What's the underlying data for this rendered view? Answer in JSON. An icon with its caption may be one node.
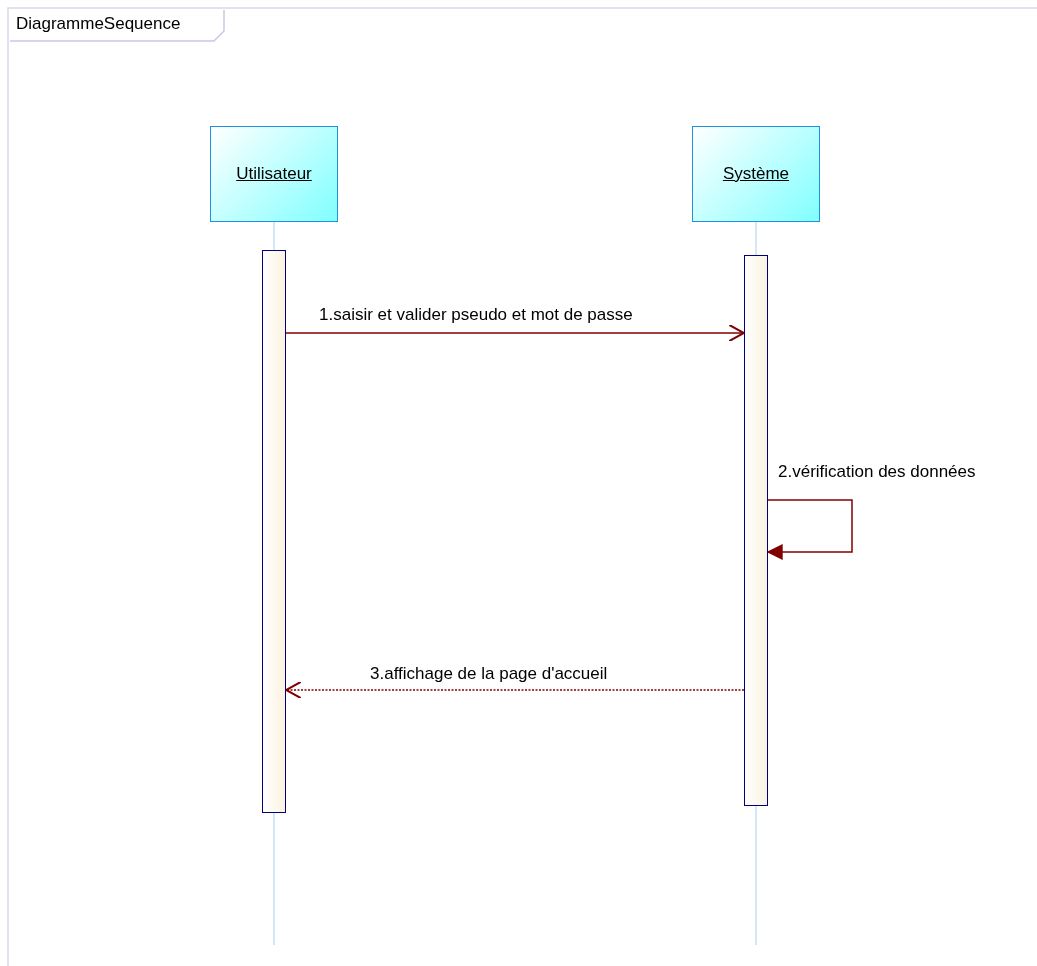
{
  "diagram": {
    "title": "DiagrammeSequence",
    "nodes": [
      {
        "text": [
          "Utilisateur"
        ]
      },
      {
        "text": [
          "Système"
        ]
      },
      {
        "text": [],
        "shape": "bar"
      },
      {
        "text": [],
        "shape": "bar"
      }
    ],
    "edges": [
      {
        "from": 0,
        "to": 2,
        "arrow": "none",
        "color": "#a8d0f0"
      },
      {
        "from": 1,
        "to": 3,
        "arrow": "none",
        "color": "#a8d0f0"
      },
      {
        "from": 2,
        "to": 3,
        "arrow": "to",
        "label": "1.saisir et valider pseudo  et mot de passe"
      },
      {
        "from": 3,
        "to": 3,
        "arrow": "to",
        "label": "2.vérification des données"
      },
      {
        "from": 3,
        "to": 2,
        "arrow": "to",
        "label": "3.affichage de la page d'accueil",
        "style": "dashed"
      }
    ]
  }
}
